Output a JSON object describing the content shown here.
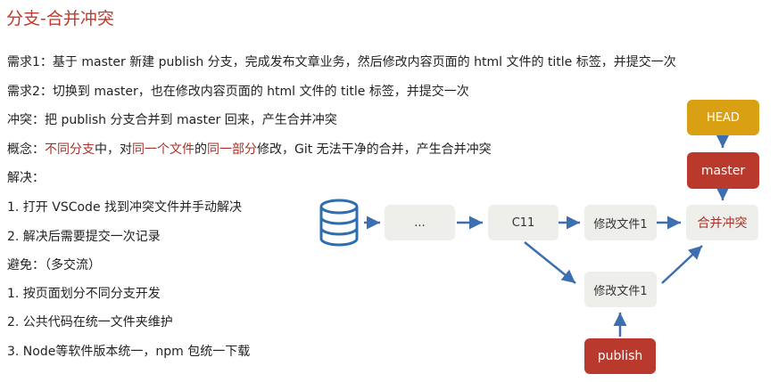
{
  "title": "分支-合并冲突",
  "lines": {
    "req1": "需求1：基于 master 新建 publish 分支，完成发布文章业务，然后修改内容页面的 html 文件的 title 标签，并提交一次",
    "req2": "需求2：切换到 master，也在修改内容页面的 html 文件的 title 标签，并提交一次",
    "conflict": "冲突：把 publish 分支合并到 master 回来，产生合并冲突",
    "concept": {
      "p1": "概念：",
      "h1": "不同分支",
      "p2": "中，对",
      "h2": "同一个文件",
      "p3": "的",
      "h3": "同一部分",
      "p4": "修改，Git 无法干净的合并，产生合并冲突"
    },
    "solve": "解决：",
    "solve1": "1.   打开 VSCode 找到冲突文件并手动解决",
    "solve2": "2.   解决后需要提交一次记录",
    "avoid": "避免：（多交流）",
    "avoid1": "1.   按页面划分不同分支开发",
    "avoid2": "2.   公共代码在统一文件夹维护",
    "avoid3": "3.   Node等软件版本统一，npm 包统一下载"
  },
  "diagram": {
    "head": "HEAD",
    "master": "master",
    "ellipsis": "...",
    "c11": "C11",
    "file1_top": "修改文件1",
    "merge": "合并冲突",
    "file1_bottom": "修改文件1",
    "publish": "publish"
  },
  "colors": {
    "accent_red": "#b93a2c",
    "head_gold": "#d9a014",
    "arrow_blue": "#3d6fb0",
    "node_grey": "#eeeeea"
  }
}
